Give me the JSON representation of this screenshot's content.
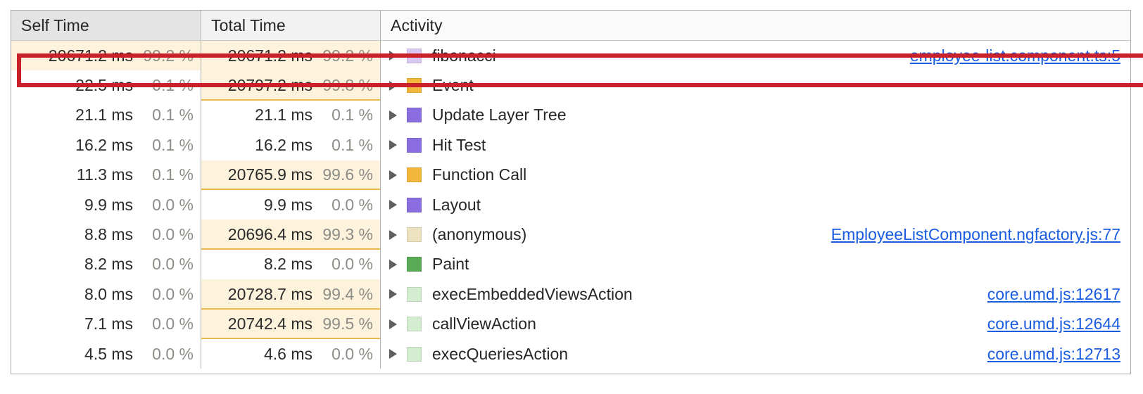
{
  "panel": {
    "name": "performance-bottom-up-tree",
    "columns": [
      {
        "key": "self",
        "label": "Self Time"
      },
      {
        "key": "total",
        "label": "Total Time"
      },
      {
        "key": "activity",
        "label": "Activity"
      }
    ]
  },
  "colors": {
    "highlight_rect": "#c9202a",
    "bar_fill": "#fdf3dc",
    "bar_underline": "#e8b84b",
    "link": "#1a5ce0",
    "header_bg": "#e4e4e4",
    "swatch_scripting": "#f2b63c",
    "swatch_rendering": "#8a6ee0",
    "swatch_painting": "#5aa955",
    "swatch_fibonacci": "#d9c9f2",
    "swatch_anonymous": "#ece2c0",
    "swatch_angular": "#d4ecd0"
  },
  "icons": {
    "disclosure": "triangle-right-icon",
    "swatch": "color-swatch-icon"
  },
  "rows": [
    {
      "self_time": "20671.2 ms",
      "self_pct": "99.2 %",
      "self_bar_pct": 100,
      "self_bar_underline": false,
      "total_time": "20671.2 ms",
      "total_pct": "99.2 %",
      "total_bar_pct": 100,
      "total_bar_underline": false,
      "activity": "fibonacci",
      "swatch": "swatch_fibonacci",
      "source": "employee-list.component.ts:5",
      "highlighted": true
    },
    {
      "self_time": "22.5 ms",
      "self_pct": "0.1 %",
      "self_bar_pct": 0,
      "self_bar_underline": false,
      "total_time": "20797.2 ms",
      "total_pct": "99.8 %",
      "total_bar_pct": 100,
      "total_bar_underline": true,
      "activity": "Event",
      "swatch": "swatch_scripting",
      "source": "",
      "highlighted": false
    },
    {
      "self_time": "21.1 ms",
      "self_pct": "0.1 %",
      "self_bar_pct": 0,
      "self_bar_underline": false,
      "total_time": "21.1 ms",
      "total_pct": "0.1 %",
      "total_bar_pct": 0,
      "total_bar_underline": false,
      "activity": "Update Layer Tree",
      "swatch": "swatch_rendering",
      "source": "",
      "highlighted": false
    },
    {
      "self_time": "16.2 ms",
      "self_pct": "0.1 %",
      "self_bar_pct": 0,
      "self_bar_underline": false,
      "total_time": "16.2 ms",
      "total_pct": "0.1 %",
      "total_bar_pct": 0,
      "total_bar_underline": false,
      "activity": "Hit Test",
      "swatch": "swatch_rendering",
      "source": "",
      "highlighted": false
    },
    {
      "self_time": "11.3 ms",
      "self_pct": "0.1 %",
      "self_bar_pct": 0,
      "self_bar_underline": false,
      "total_time": "20765.9 ms",
      "total_pct": "99.6 %",
      "total_bar_pct": 100,
      "total_bar_underline": true,
      "activity": "Function Call",
      "swatch": "swatch_scripting",
      "source": "",
      "highlighted": false
    },
    {
      "self_time": "9.9 ms",
      "self_pct": "0.0 %",
      "self_bar_pct": 0,
      "self_bar_underline": false,
      "total_time": "9.9 ms",
      "total_pct": "0.0 %",
      "total_bar_pct": 0,
      "total_bar_underline": false,
      "activity": "Layout",
      "swatch": "swatch_rendering",
      "source": "",
      "highlighted": false
    },
    {
      "self_time": "8.8 ms",
      "self_pct": "0.0 %",
      "self_bar_pct": 0,
      "self_bar_underline": false,
      "total_time": "20696.4 ms",
      "total_pct": "99.3 %",
      "total_bar_pct": 100,
      "total_bar_underline": true,
      "activity": "(anonymous)",
      "swatch": "swatch_anonymous",
      "source": "EmployeeListComponent.ngfactory.js:77",
      "highlighted": false
    },
    {
      "self_time": "8.2 ms",
      "self_pct": "0.0 %",
      "self_bar_pct": 0,
      "self_bar_underline": false,
      "total_time": "8.2 ms",
      "total_pct": "0.0 %",
      "total_bar_pct": 0,
      "total_bar_underline": false,
      "activity": "Paint",
      "swatch": "swatch_painting",
      "source": "",
      "highlighted": false
    },
    {
      "self_time": "8.0 ms",
      "self_pct": "0.0 %",
      "self_bar_pct": 0,
      "self_bar_underline": false,
      "total_time": "20728.7 ms",
      "total_pct": "99.4 %",
      "total_bar_pct": 100,
      "total_bar_underline": true,
      "activity": "execEmbeddedViewsAction",
      "swatch": "swatch_angular",
      "source": "core.umd.js:12617",
      "highlighted": false
    },
    {
      "self_time": "7.1 ms",
      "self_pct": "0.0 %",
      "self_bar_pct": 0,
      "self_bar_underline": false,
      "total_time": "20742.4 ms",
      "total_pct": "99.5 %",
      "total_bar_pct": 100,
      "total_bar_underline": true,
      "activity": "callViewAction",
      "swatch": "swatch_angular",
      "source": "core.umd.js:12644",
      "highlighted": false
    },
    {
      "self_time": "4.5 ms",
      "self_pct": "0.0 %",
      "self_bar_pct": 0,
      "self_bar_underline": false,
      "total_time": "4.6 ms",
      "total_pct": "0.0 %",
      "total_bar_pct": 0,
      "total_bar_underline": false,
      "activity": "execQueriesAction",
      "swatch": "swatch_angular",
      "source": "core.umd.js:12713",
      "highlighted": false
    }
  ]
}
